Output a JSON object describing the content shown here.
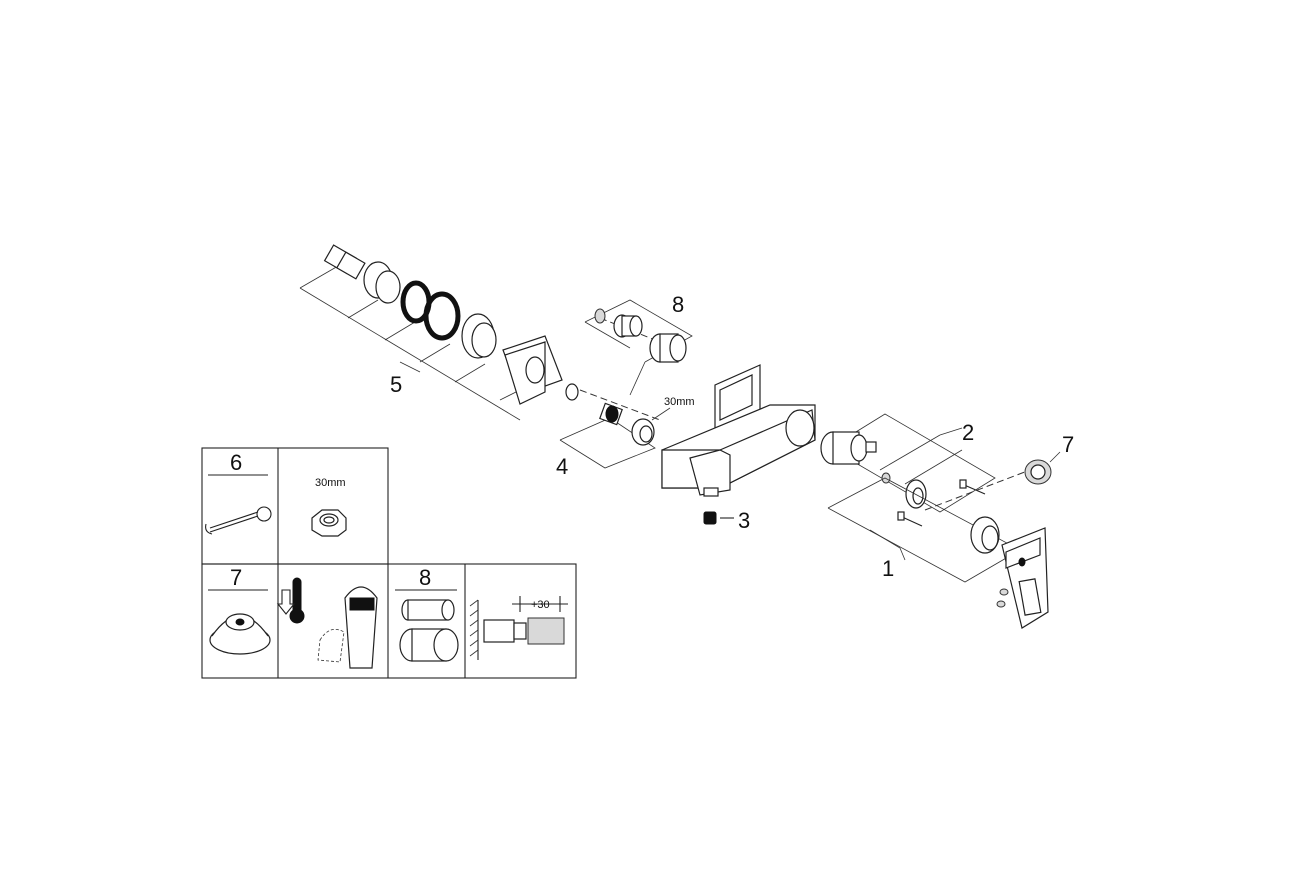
{
  "labels": {
    "l1": "1",
    "l2": "2",
    "l3": "3",
    "l4": "4",
    "l5": "5",
    "l7": "7",
    "l8": "8"
  },
  "dims": {
    "nut_width": "30mm",
    "offset": "+30"
  },
  "legend": {
    "cell6": "6",
    "cell6_dim": "30mm",
    "cell7": "7",
    "cell8": "8",
    "cell8_dim": "+30"
  }
}
